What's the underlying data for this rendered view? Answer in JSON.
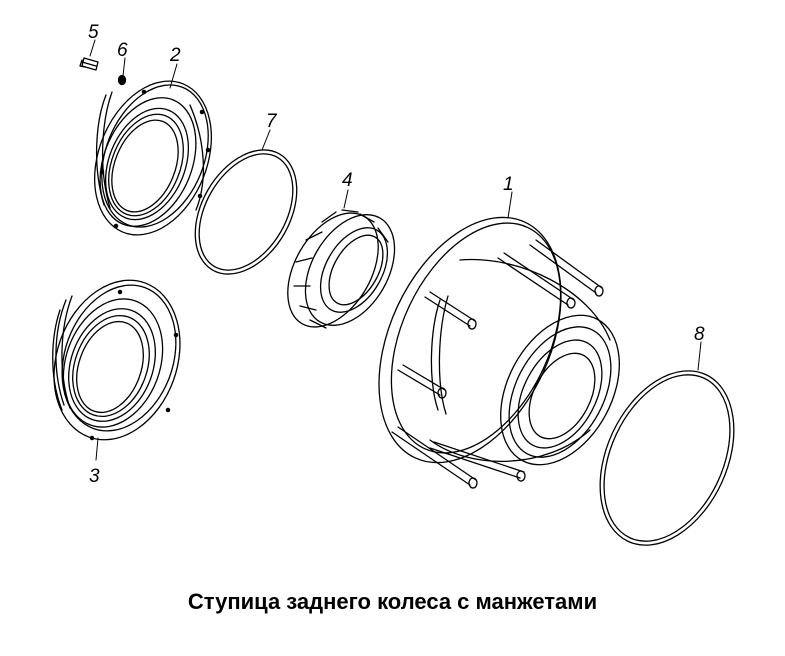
{
  "caption": "Ступица заднего колеса с манжетами",
  "callouts": {
    "hub": "1",
    "cuff_upper": "2",
    "cuff_lower": "3",
    "bearing": "4",
    "bolt": "5",
    "washer": "6",
    "ring_small": "7",
    "ring_large": "8"
  },
  "colors": {
    "line": "#000000",
    "paper": "#ffffff"
  }
}
